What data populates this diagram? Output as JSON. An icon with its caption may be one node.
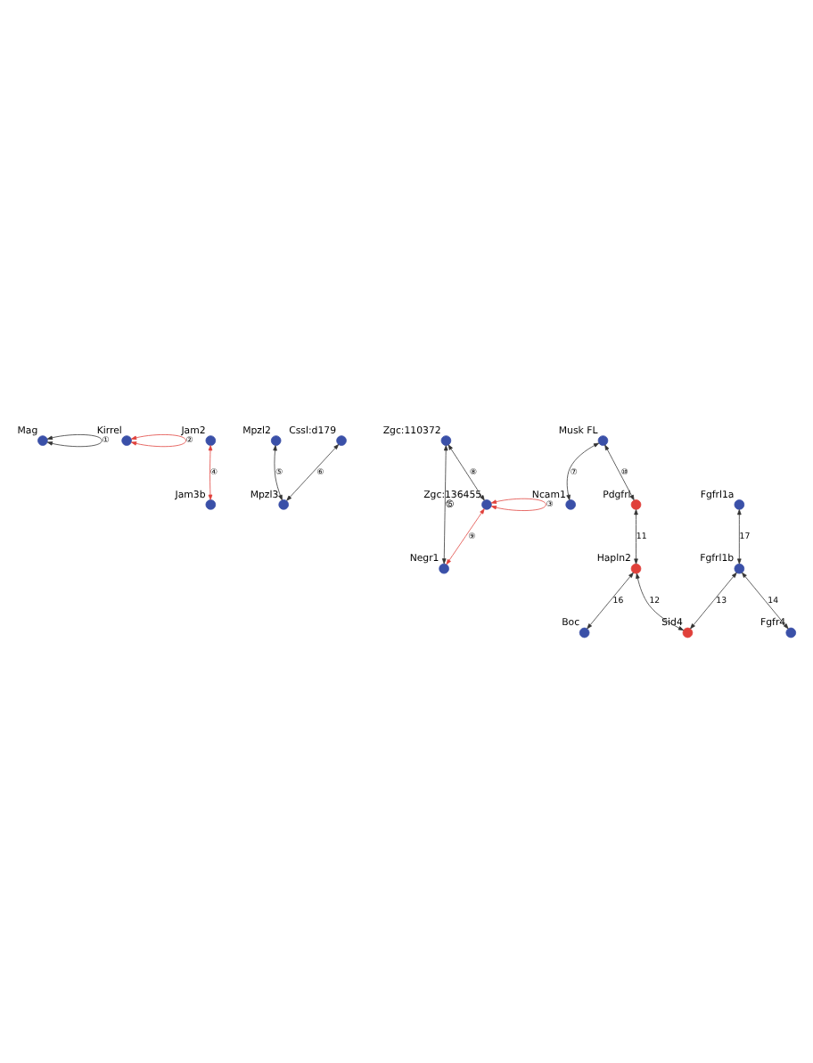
{
  "diagram": {
    "nodes": [
      {
        "text": [],
        "shape": "circle",
        "beside": [
          "Mag"
        ]
      },
      {
        "text": [],
        "shape": "circle",
        "beside": [
          "Kirrel"
        ]
      },
      {
        "text": [],
        "shape": "circle",
        "beside": [
          "Jam2"
        ]
      },
      {
        "text": [],
        "shape": "circle",
        "beside": [
          "Jam3b"
        ]
      },
      {
        "text": [],
        "shape": "circle",
        "beside": [
          "Mpzl2"
        ]
      },
      {
        "text": [],
        "shape": "circle",
        "beside": [
          "Cssl:d179"
        ]
      },
      {
        "text": [],
        "shape": "circle",
        "beside": [
          "Zgc:110372"
        ]
      },
      {
        "text": [],
        "shape": "circle",
        "beside": [
          "Negr1"
        ]
      },
      {
        "text": [],
        "shape": "circle",
        "beside": [
          "Mpzl3"
        ]
      },
      {
        "text": [],
        "shape": "circle",
        "beside": [
          "Zgc:136455"
        ]
      },
      {
        "text": [],
        "shape": "circle",
        "beside": [
          "Ncam1"
        ]
      },
      {
        "text": [],
        "shape": "circle",
        "beside": [
          "Musk FL"
        ]
      },
      {
        "text": [],
        "shape": "circle",
        "beside": [
          "Pdgfrl"
        ]
      },
      {
        "text": [],
        "shape": "circle",
        "beside": [
          "Fgfrl1a"
        ]
      },
      {
        "text": [],
        "shape": "circle",
        "beside": [
          "Hapln2"
        ]
      },
      {
        "text": [],
        "shape": "circle",
        "beside": [
          "Boc"
        ]
      },
      {
        "text": [],
        "shape": "circle",
        "beside": [
          "Fgfr4"
        ]
      },
      {
        "text": [],
        "shape": "circle",
        "beside": [
          "Fgfrl1b"
        ]
      },
      {
        "text": [],
        "shape": "circle",
        "beside": [
          "Sid4"
        ]
      }
    ],
    "edges": [
      {
        "from": 0,
        "to": 0,
        "arrow": "both",
        "label": "①"
      },
      {
        "from": 1,
        "to": 1,
        "arrow": "both",
        "label": "②",
        "color": "#e0403a"
      },
      {
        "from": 9,
        "to": 9,
        "arrow": "both",
        "label": "③",
        "color": "#e0403a"
      },
      {
        "from": 2,
        "to": 3,
        "arrow": "both",
        "label": "④",
        "color": "#e0403a"
      },
      {
        "from": 4,
        "to": 8,
        "arrow": "both",
        "label": "⑤"
      },
      {
        "from": 5,
        "to": 8,
        "arrow": "both",
        "label": "⑥"
      },
      {
        "from": 11,
        "to": 10,
        "arrow": "both",
        "label": "⑦"
      },
      {
        "from": 6,
        "to": 9,
        "arrow": "both",
        "label": "⑧"
      },
      {
        "from": 9,
        "to": 7,
        "arrow": "both",
        "label": "⑨",
        "color": "#e0403a"
      },
      {
        "from": 11,
        "to": 12,
        "arrow": "both",
        "label": "⑩"
      },
      {
        "from": 12,
        "to": 14,
        "arrow": "both",
        "label": "11"
      },
      {
        "from": 14,
        "to": 18,
        "arrow": "both",
        "label": "12"
      },
      {
        "from": 17,
        "to": 18,
        "arrow": "both",
        "label": "13"
      },
      {
        "from": 17,
        "to": 16,
        "arrow": "both",
        "label": "14"
      },
      {
        "from": 6,
        "to": 7,
        "arrow": "both",
        "label": "⑮"
      },
      {
        "from": 14,
        "to": 15,
        "arrow": "both",
        "label": "16"
      },
      {
        "from": 13,
        "to": 17,
        "arrow": "both",
        "label": "17"
      }
    ]
  }
}
